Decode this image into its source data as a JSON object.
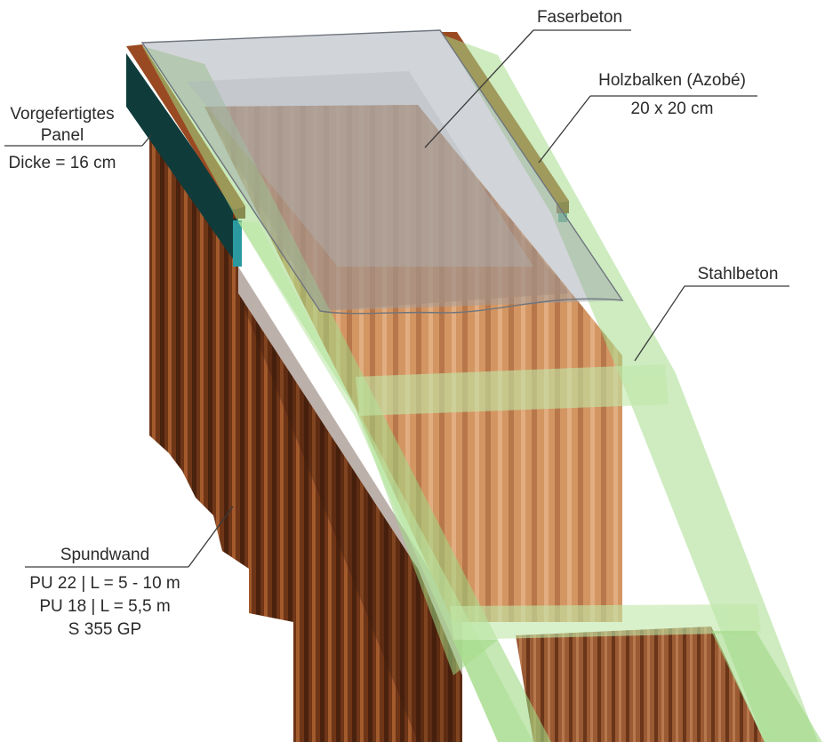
{
  "labels": {
    "faserbeton": "Faserbeton",
    "holzbalken_line1": "Holzbalken (Azobé)",
    "holzbalken_line2": "20 x 20 cm",
    "panel_line1": "Vorgefertigtes",
    "panel_line2": "Panel",
    "panel_line3": "Dicke = 16 cm",
    "stahlbeton": "Stahlbeton",
    "spundwand_line1": "Spundwand",
    "spundwand_line2": "PU 22 | L = 5 - 10 m",
    "spundwand_line3": "PU 18 | L = 5,5 m",
    "spundwand_line4": "S 355 GP"
  },
  "colors": {
    "sheet_pile_dark": "#5a2c14",
    "sheet_pile_mid": "#8a4a22",
    "sheet_pile_light": "#b86a3c",
    "inner_orange": "#d6996a",
    "reinforced_concrete_green": "#a8dc8a",
    "fibre_concrete_grey": "#9aa0a8",
    "timber_beam": "#8b3f1c",
    "precast_panel_teal": "#0f3b3b"
  }
}
